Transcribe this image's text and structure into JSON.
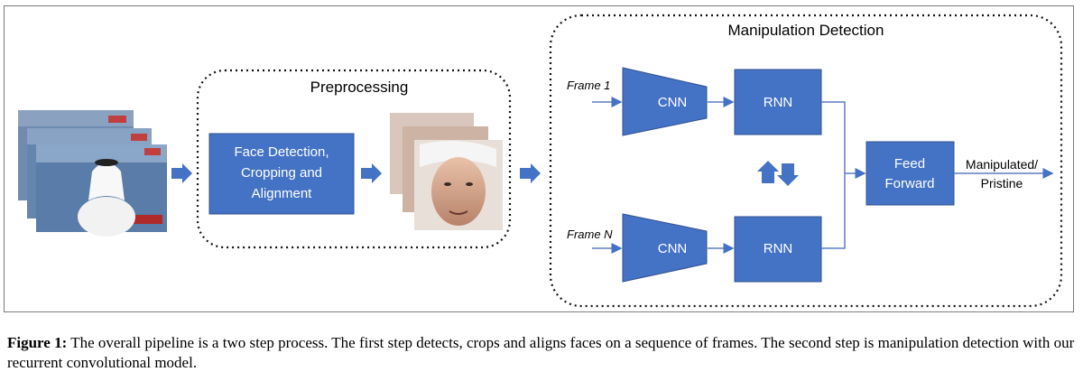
{
  "diagram": {
    "preprocessing_title": "Preprocessing",
    "detection_title": "Manipulation Detection",
    "face_step_lines": [
      "Face Detection,",
      "Cropping and",
      "Alignment"
    ],
    "frame_top": "Frame 1",
    "frame_bottom": "Frame N",
    "cnn_label": "CNN",
    "rnn_label": "RNN",
    "feed_forward_lines": [
      "Feed",
      "Forward"
    ],
    "output_lines": [
      "Manipulated/",
      "Pristine"
    ],
    "colors": {
      "block": "#4472C4",
      "block_border": "#2F528F",
      "arrow": "#4472C4",
      "line": "#5B7FC4"
    }
  },
  "caption": {
    "label": "Figure 1:",
    "text": " The overall pipeline is a two step process. The first step detects, crops and aligns faces on a sequence of frames. The second step is manipulation detection with our recurrent convolutional model."
  }
}
